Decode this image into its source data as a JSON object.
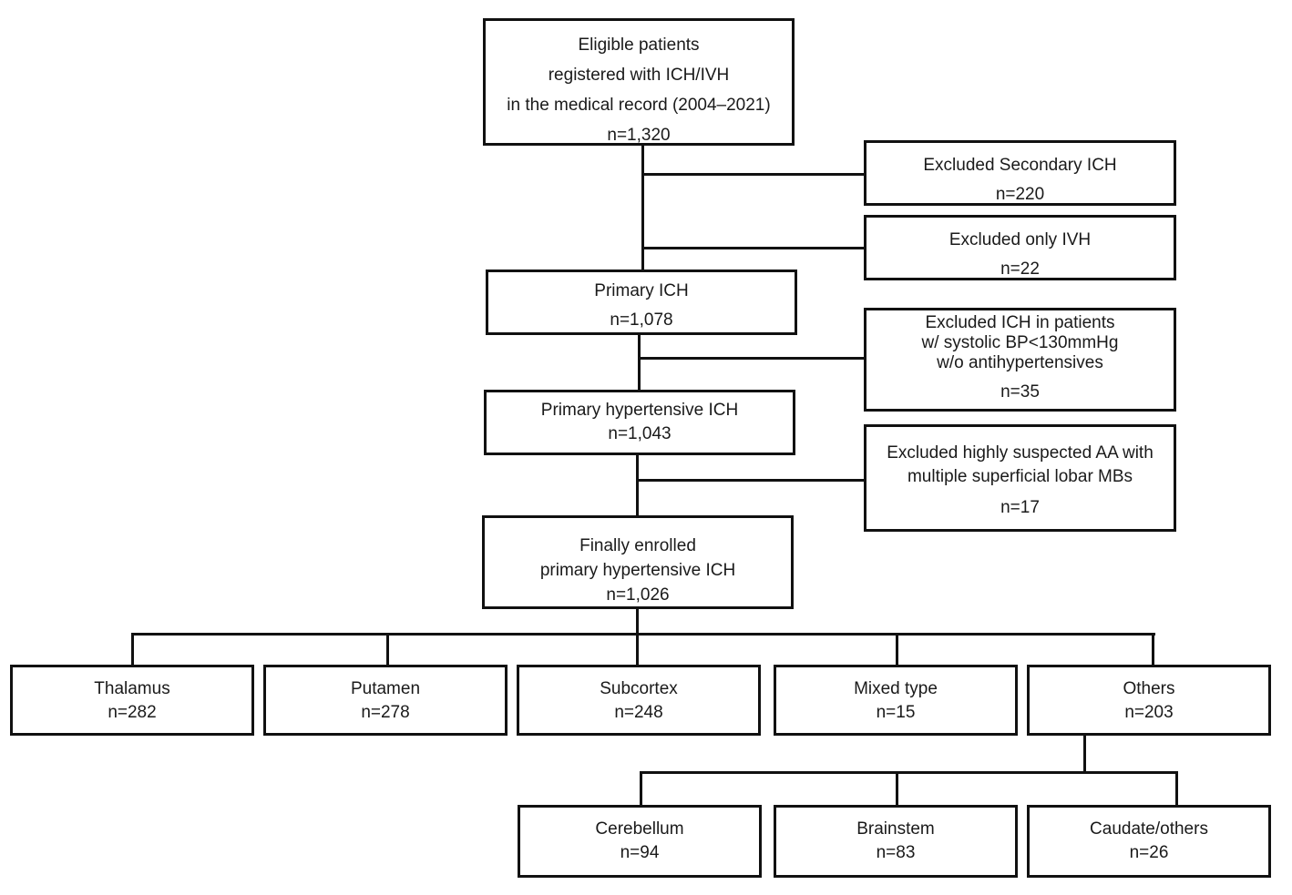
{
  "flowchart": {
    "eligible": {
      "lines": [
        "Eligible patients",
        "registered with ICH/IVH",
        "in the medical record (2004–2021)"
      ],
      "n": "n=1,320"
    },
    "excluded_secondary": {
      "lines": [
        "Excluded Secondary ICH"
      ],
      "n": "n=220"
    },
    "excluded_ivh": {
      "lines": [
        "Excluded only IVH"
      ],
      "n": "n=22"
    },
    "primary_ich": {
      "lines": [
        "Primary ICH"
      ],
      "n": "n=1,078"
    },
    "excluded_bp": {
      "lines": [
        "Excluded ICH in patients",
        "w/ systolic BP<130mmHg",
        "w/o antihypertensives"
      ],
      "n": "n=35"
    },
    "primary_hypertensive": {
      "lines": [
        "Primary hypertensive ICH"
      ],
      "n": "n=1,043"
    },
    "excluded_aa": {
      "lines": [
        "Excluded highly suspected AA with",
        "multiple superficial lobar MBs"
      ],
      "n": "n=17"
    },
    "enrolled": {
      "lines": [
        "Finally enrolled",
        "primary hypertensive ICH"
      ],
      "n": "n=1,026"
    },
    "thalamus": {
      "label": "Thalamus",
      "n": "n=282"
    },
    "putamen": {
      "label": "Putamen",
      "n": "n=278"
    },
    "subcortex": {
      "label": "Subcortex",
      "n": "n=248"
    },
    "mixed": {
      "label": "Mixed type",
      "n": "n=15"
    },
    "others": {
      "label": "Others",
      "n": "n=203"
    },
    "cerebellum": {
      "label": "Cerebellum",
      "n": "n=94"
    },
    "brainstem": {
      "label": "Brainstem",
      "n": "n=83"
    },
    "caudate": {
      "label": "Caudate/others",
      "n": "n=26"
    }
  }
}
